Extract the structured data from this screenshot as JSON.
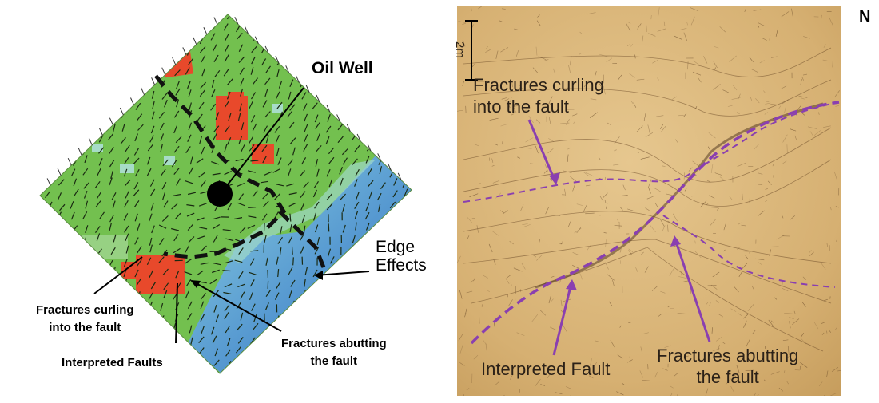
{
  "left": {
    "oil_well": "Oil Well",
    "edge_effects_1": "Edge",
    "edge_effects_2": "Effects",
    "fractures_curling_1": "Fractures curling",
    "fractures_curling_2": "into the fault",
    "interpreted_faults": "Interpreted Faults",
    "fractures_abutting_1": "Fractures abutting",
    "fractures_abutting_2": "the fault"
  },
  "right": {
    "north": "N",
    "scale": "2m",
    "fractures_curling_1": "Fractures curling",
    "fractures_curling_2": "into the fault",
    "interpreted_fault": "Interpreted Fault",
    "fractures_abutting_1": "Fractures abutting",
    "fractures_abutting_2": "the fault"
  },
  "colors": {
    "map_green": "#6fbf4a",
    "map_blue": "#2f6fd0",
    "fault_red": "#e8492b",
    "fault_dash": "#8a3fb0",
    "photo_bg": "#d9b477"
  }
}
